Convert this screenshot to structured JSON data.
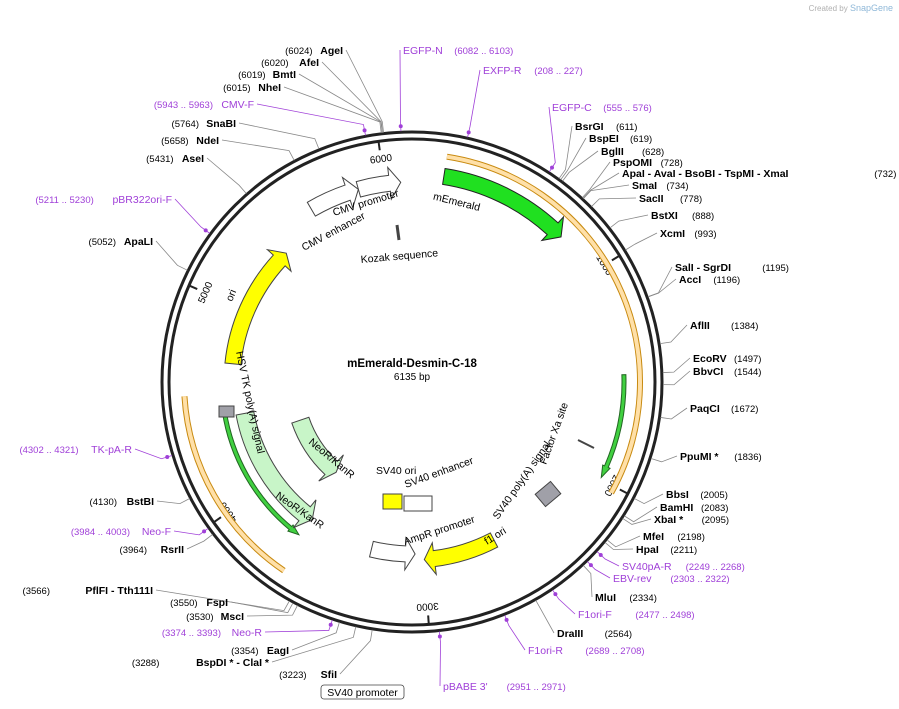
{
  "credit": {
    "prefix": "Created by",
    "brand": "SnapGene"
  },
  "plasmid": {
    "name": "mEmerald-Desmin-C-18",
    "size": "6135 bp",
    "length": 6135
  },
  "colors": {
    "backbone": "#222222",
    "primer": "#a040d8",
    "orange": "#f0a020",
    "green": "#20e020",
    "lightgreen": "#c8f5c8",
    "yellow": "#ffff00",
    "white": "#ffffff",
    "gray": "#a0a0a8"
  },
  "ticks": [
    "1000",
    "2000",
    "3000",
    "4000",
    "5000",
    "6000"
  ],
  "enzymes": [
    {
      "name": "AgeI",
      "pos": "(6024)"
    },
    {
      "name": "AfeI",
      "pos": "(6020)"
    },
    {
      "name": "BmtI",
      "pos": "(6019)"
    },
    {
      "name": "NheI",
      "pos": "(6015)"
    },
    {
      "name": "SnaBI",
      "pos": "(5764)"
    },
    {
      "name": "NdeI",
      "pos": "(5658)"
    },
    {
      "name": "AseI",
      "pos": "(5431)"
    },
    {
      "name": "ApaLI",
      "pos": "(5052)"
    },
    {
      "name": "BstBI",
      "pos": "(4130)"
    },
    {
      "name": "RsrII",
      "pos": "(3964)"
    },
    {
      "name": "PflFI",
      "extra": " - Tth111I",
      "pos": "(3566)"
    },
    {
      "name": "FspI",
      "pos": "(3550)"
    },
    {
      "name": "MscI",
      "pos": "(3530)"
    },
    {
      "name": "EagI",
      "pos": "(3354)"
    },
    {
      "name": "BspDI *",
      "extra": " - ClaI *",
      "pos": "(3288)"
    },
    {
      "name": "SfiI",
      "pos": "(3223)"
    },
    {
      "name": "BsrGI",
      "pos": "(611)"
    },
    {
      "name": "BspEI",
      "pos": "(619)"
    },
    {
      "name": "BglII",
      "pos": "(628)"
    },
    {
      "name": "PspOMI",
      "pos": "(728)"
    },
    {
      "name": "ApaI",
      "extra": " - AvaI  - BsoBI  - TspMI  - XmaI",
      "pos": "(732)"
    },
    {
      "name": "SmaI",
      "pos": "(734)"
    },
    {
      "name": "SacII",
      "pos": "(778)"
    },
    {
      "name": "BstXI",
      "pos": "(888)"
    },
    {
      "name": "XcmI",
      "pos": "(993)"
    },
    {
      "name": "SalI",
      "extra": " - SgrDI",
      "pos": "(1195)"
    },
    {
      "name": "AccI",
      "pos": "(1196)"
    },
    {
      "name": "AflII",
      "pos": "(1384)"
    },
    {
      "name": "EcoRV",
      "pos": "(1497)"
    },
    {
      "name": "BbvCI",
      "pos": "(1544)"
    },
    {
      "name": "PaqCI",
      "pos": "(1672)"
    },
    {
      "name": "PpuMI *",
      "pos": "(1836)"
    },
    {
      "name": "BbsI",
      "pos": "(2005)"
    },
    {
      "name": "BamHI",
      "pos": "(2083)"
    },
    {
      "name": "XbaI *",
      "pos": "(2095)"
    },
    {
      "name": "MfeI",
      "pos": "(2198)"
    },
    {
      "name": "HpaI",
      "pos": "(2211)"
    },
    {
      "name": "MluI",
      "pos": "(2334)"
    },
    {
      "name": "DraIII",
      "pos": "(2564)"
    }
  ],
  "primers": [
    {
      "name": "EGFP-N",
      "pos": "(6082 .. 6103)"
    },
    {
      "name": "EXFP-R",
      "pos": "(208 .. 227)"
    },
    {
      "name": "EGFP-C",
      "pos": "(555 .. 576)"
    },
    {
      "name": "CMV-F",
      "pos": "(5943 .. 5963)"
    },
    {
      "name": "pBR322ori-F",
      "pos": "(5211 .. 5230)"
    },
    {
      "name": "TK-pA-R",
      "pos": "(4302 .. 4321)"
    },
    {
      "name": "Neo-F",
      "pos": "(3984 .. 4003)"
    },
    {
      "name": "Neo-R",
      "pos": "(3374 .. 3393)"
    },
    {
      "name": "pBABE 3'",
      "pos": "(2951 .. 2971)"
    },
    {
      "name": "F1ori-R",
      "pos": "(2689 .. 2708)"
    },
    {
      "name": "F1ori-F",
      "pos": "(2477 .. 2498)"
    },
    {
      "name": "EBV-rev",
      "pos": "(2303 .. 2322)"
    },
    {
      "name": "SV40pA-R",
      "pos": "(2249 .. 2268)"
    }
  ],
  "features": {
    "mEmerald": "mEmerald",
    "cmv_promoter": "CMV promoter",
    "cmv_enhancer": "CMV enhancer",
    "kozak": "Kozak sequence",
    "ori": "ori",
    "hsv_tk": "HSV TK poly(A) signal",
    "neokanr_inner": "NeoR/KanR",
    "neokanr_outer": "NeoR/KanR",
    "sv40_ori": "SV40 ori",
    "sv40_enhancer": "SV40 enhancer",
    "ampr_promoter": "AmpR promoter",
    "f1_ori": "f1 ori",
    "sv40_polya": "SV40 poly(A) signal",
    "factor_xa": "Factor Xa site",
    "sv40_promoter": "SV40 promoter"
  }
}
